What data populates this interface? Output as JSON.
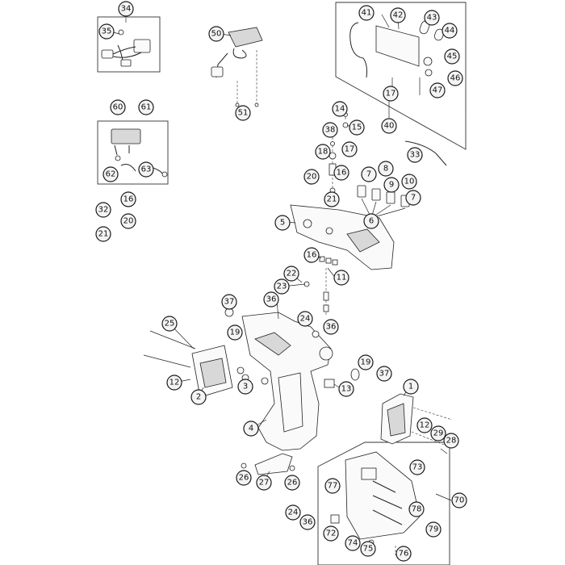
{
  "callouts": {
    "c1": "1",
    "c2": "2",
    "c3": "3",
    "c4": "4",
    "c5": "5",
    "c6": "6",
    "c7": "7",
    "c8": "8",
    "c9": "9",
    "c10": "10",
    "c11": "11",
    "c12": "12",
    "c13": "13",
    "c14": "14",
    "c15": "15",
    "c16": "16",
    "c17": "17",
    "c18": "18",
    "c19": "19",
    "c20": "20",
    "c21": "21",
    "c22": "22",
    "c23": "23",
    "c24": "24",
    "c25": "25",
    "c26": "26",
    "c27": "27",
    "c28": "28",
    "c29": "29",
    "c32": "32",
    "c33": "33",
    "c34": "34",
    "c35": "35",
    "c36": "36",
    "c37": "37",
    "c38": "38",
    "c40": "40",
    "c41": "41",
    "c42": "42",
    "c43": "43",
    "c44": "44",
    "c45": "45",
    "c46": "46",
    "c47": "47",
    "c50": "50",
    "c51": "51",
    "c60": "60",
    "c61": "61",
    "c62": "62",
    "c63": "63",
    "c70": "70",
    "c72": "72",
    "c73": "73",
    "c74": "74",
    "c75": "75",
    "c76": "76",
    "c77": "77",
    "c78": "78",
    "c79": "79"
  }
}
